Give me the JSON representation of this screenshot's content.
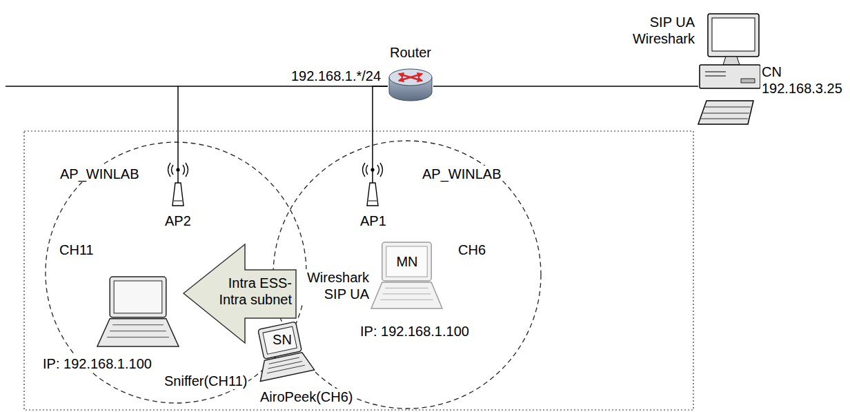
{
  "diagram": {
    "nodes": [
      {
        "text": [
          "Router"
        ]
      },
      {
        "text": [
          "SIP UA Wireshark",
          "CN 192.168.3.25"
        ]
      },
      {
        "text": [
          "AP_WINLAB",
          "AP2"
        ]
      },
      {
        "text": [
          "AP_WINLAB",
          "AP1"
        ]
      },
      {
        "text": [
          "CH11"
        ]
      },
      {
        "text": [
          "IP: 192.168.1.100"
        ],
        "in": 4
      },
      {
        "text": [
          "CH6"
        ]
      },
      {
        "text": [
          "Wireshark SIP UA",
          "MN",
          "IP: 192.168.1.100"
        ],
        "in": 6
      },
      {
        "text": [
          "Intra ESS- Intra subnet"
        ]
      },
      {
        "text": [
          "SN",
          "Sniffer(CH11)",
          "AiroPeek(CH6)"
        ]
      }
    ],
    "edges": [
      {
        "from": 2,
        "to": 0,
        "arrow": "none"
      },
      {
        "from": 3,
        "to": 0,
        "arrow": "none"
      },
      {
        "from": 0,
        "to": 1,
        "arrow": "none"
      }
    ],
    "labels": [
      "192.168.1.*/24"
    ]
  }
}
